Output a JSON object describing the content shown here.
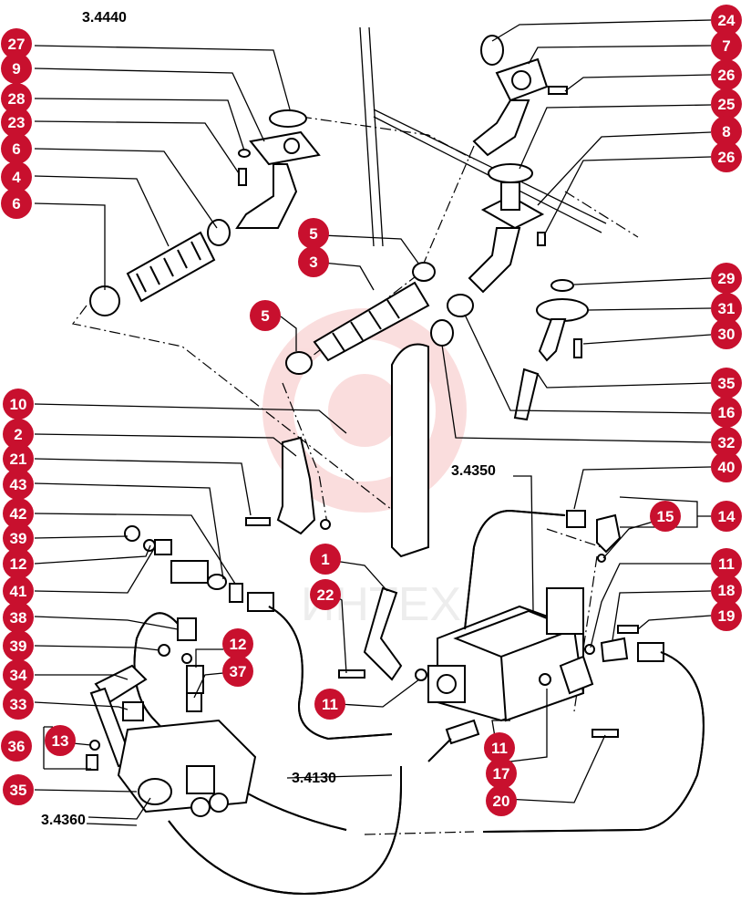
{
  "watermark": {
    "text": "ИНТЕХ",
    "color": "#f4b6b6"
  },
  "badge_color": "#c8102e",
  "refs": {
    "r3_4440": "3.4440",
    "r3_4350": "3.4350",
    "r3_4130": "3.4130",
    "r3_4360": "3.4360"
  },
  "callouts": {
    "c27": "27",
    "c9": "9",
    "c28": "28",
    "c23": "23",
    "c6a": "6",
    "c4": "4",
    "c6b": "6",
    "c10": "10",
    "c2": "2",
    "c21": "21",
    "c43": "43",
    "c42": "42",
    "c39a": "39",
    "c12a": "12",
    "c41": "41",
    "c38": "38",
    "c39b": "39",
    "c34": "34",
    "c33": "33",
    "c36": "36",
    "c35a": "35",
    "c13": "13",
    "c5a": "5",
    "c3": "3",
    "c5b": "5",
    "c1": "1",
    "c22": "22",
    "c11a": "11",
    "c12b": "12",
    "c37": "37",
    "c24": "24",
    "c7": "7",
    "c26a": "26",
    "c25": "25",
    "c8": "8",
    "c26b": "26",
    "c29": "29",
    "c31": "31",
    "c30": "30",
    "c35b": "35",
    "c16": "16",
    "c32": "32",
    "c40": "40",
    "c14": "14",
    "c15": "15",
    "c11b": "11",
    "c18": "18",
    "c19": "19",
    "c11c": "11",
    "c17": "17",
    "c20": "20"
  }
}
